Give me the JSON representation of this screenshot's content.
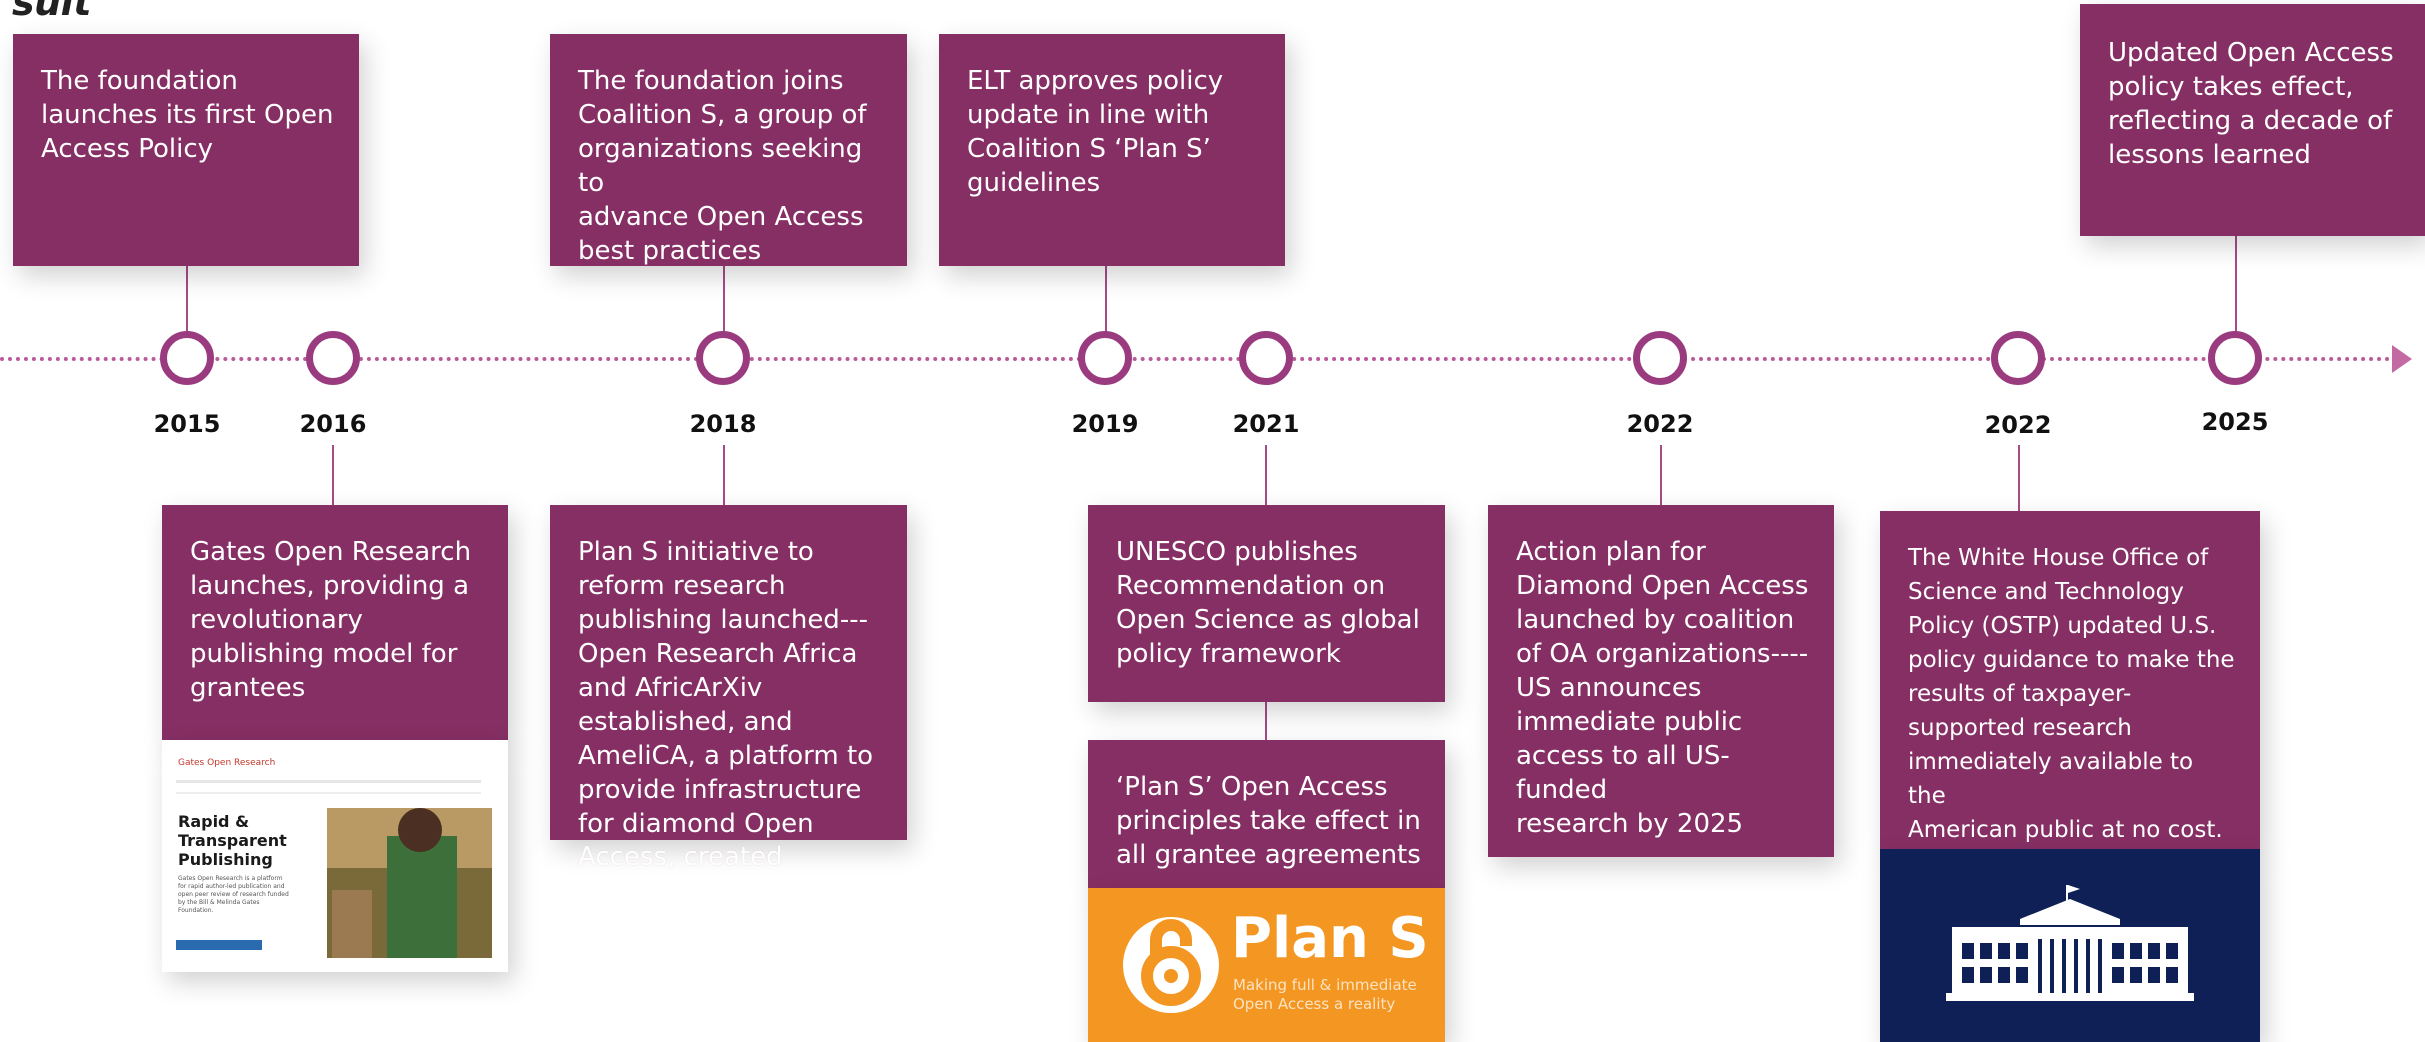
{
  "header": {
    "title_fragment": "suit"
  },
  "colors": {
    "card_bg": "#862f64",
    "node_ring": "#9b3b7f",
    "timeline": "#b85c97",
    "plan_s_orange": "#f39622",
    "white_house_navy": "#0f2057"
  },
  "timeline": {
    "years": [
      "2015",
      "2016",
      "2018",
      "2019",
      "2021",
      "2022",
      "2022",
      "2025"
    ]
  },
  "events_top": [
    {
      "year": "2015",
      "text": "The foundation\nlaunches its first Open\nAccess Policy"
    },
    {
      "year": "2018",
      "text": "The foundation joins\nCoalition S, a group of\norganizations seeking to\nadvance Open Access\nbest practices"
    },
    {
      "year": "2019",
      "text": "ELT approves policy\nupdate in line with\nCoalition S ‘Plan S’\nguidelines"
    },
    {
      "year": "2025",
      "text": "Updated Open Access\npolicy takes effect,\nreflecting a decade of\nlessons learned"
    }
  ],
  "events_bottom": [
    {
      "year": "2016",
      "text": "Gates Open Research\nlaunches, providing a\nrevolutionary\npublishing model for\ngrantees"
    },
    {
      "year": "2018",
      "text": "Plan S initiative to\nreform research\npublishing launched---\nOpen Research Africa\nand AfricArXiv\nestablished, and\nAmeliCA, a platform to\nprovide infrastructure\nfor diamond Open",
      "overflow_text": "Access, created"
    },
    {
      "year": "2021",
      "text": "UNESCO publishes\nRecommendation on\nOpen Science as global\npolicy framework"
    },
    {
      "year": "2021",
      "text": "‘Plan S’ Open Access\nprinciples take effect in\nall grantee agreements"
    },
    {
      "year": "2022",
      "text": "Action plan for\nDiamond Open Access\nlaunched by coalition\nof OA organizations----\nUS announces\nimmediate public\naccess to all US-funded\nresearch by 2025"
    },
    {
      "year": "2022",
      "text": "The White House Office of\nScience and Technology\nPolicy (OSTP) updated U.S.\npolicy guidance to make the\nresults of taxpayer-\nsupported research\nimmediately available to the\nAmerican public at no cost."
    }
  ],
  "gates_open_research": {
    "brand": "Gates Open Research",
    "headline": "Rapid &\nTransparent\nPublishing",
    "blurb": "Gates Open Research is a platform\nfor rapid author-led publication and\nopen peer review of research funded\nby the Bill & Melinda Gates\nFoundation."
  },
  "plan_s_logo": {
    "name": "Plan S",
    "tagline": "Making full & immediate\nOpen Access a reality"
  }
}
